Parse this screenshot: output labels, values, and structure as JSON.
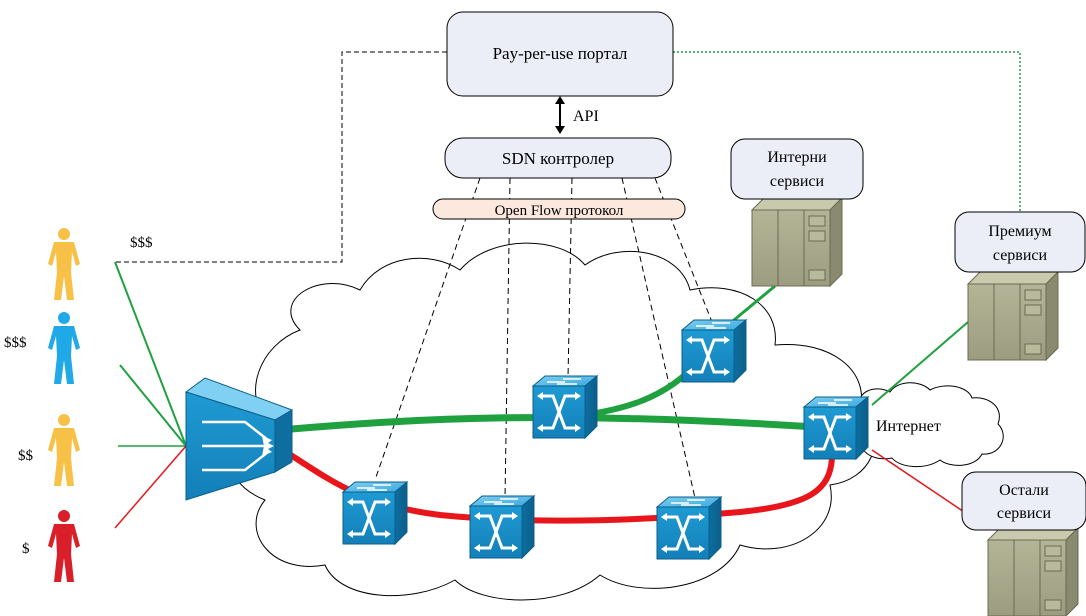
{
  "portal": {
    "label": "Pay-per-use портал"
  },
  "api": {
    "label": "API"
  },
  "controller": {
    "label": "SDN контролер"
  },
  "protocol": {
    "label": "Open Flow протокол"
  },
  "services": {
    "internal": {
      "line1": "Интерни",
      "line2": "сервиси"
    },
    "premium": {
      "line1": "Премиум",
      "line2": "сервиси"
    },
    "other": {
      "line1": "Остали",
      "line2": "сервиси"
    }
  },
  "internet": {
    "label": "Интернет"
  },
  "users": [
    {
      "price": "$$$",
      "color": "#f6c146"
    },
    {
      "price": "$$$",
      "color": "#1fa9e6"
    },
    {
      "price": "$$",
      "color": "#f6c146"
    },
    {
      "price": "$",
      "color": "#d9202a"
    }
  ],
  "colors": {
    "premium_path": "#1fa140",
    "basic_path": "#e8161b",
    "switch": "#1b8fc7",
    "server": "#a9a98c",
    "box_fill": "#eceef7",
    "protocol_fill": "#fce8dc",
    "portal_link": "#1fa140"
  }
}
